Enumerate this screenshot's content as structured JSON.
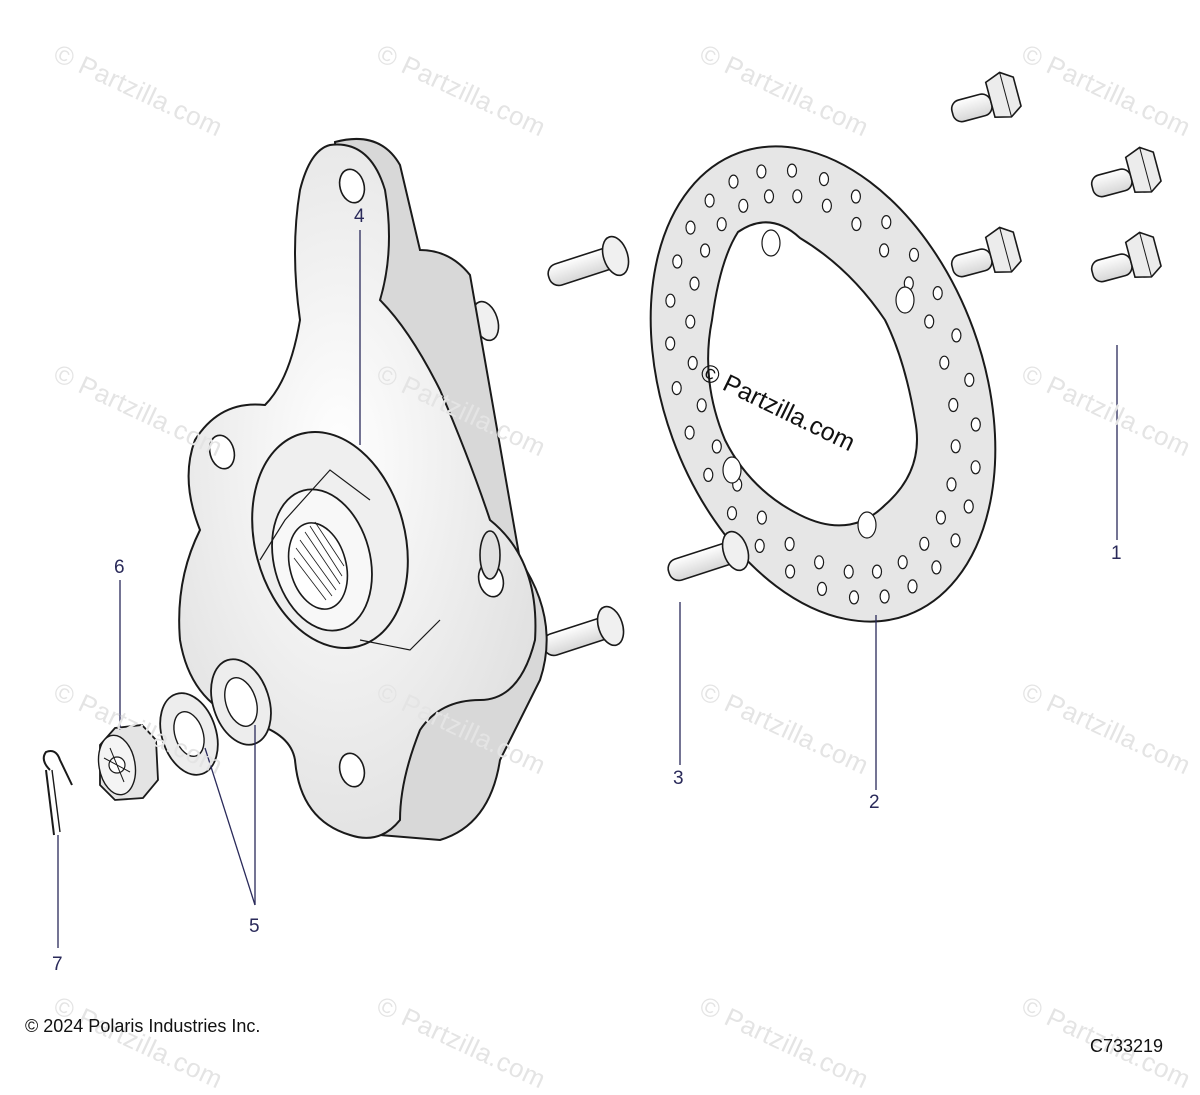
{
  "watermark": "© Partzilla.com",
  "center_watermark": "© Partzilla.com",
  "callouts": {
    "c1": "1",
    "c2": "2",
    "c3": "3",
    "c4": "4",
    "c5": "5",
    "c6": "6",
    "c7": "7"
  },
  "copyright": "© 2024 Polaris Industries Inc.",
  "figure_id": "C733219",
  "colors": {
    "part_stroke": "#1a1a1a",
    "part_fill": "#f4f4f4",
    "rotor_fill": "#e8e8e8",
    "leader": "#2a2a5a",
    "callout_text": "#2a2a5a",
    "watermark": "#e4e4e4"
  }
}
